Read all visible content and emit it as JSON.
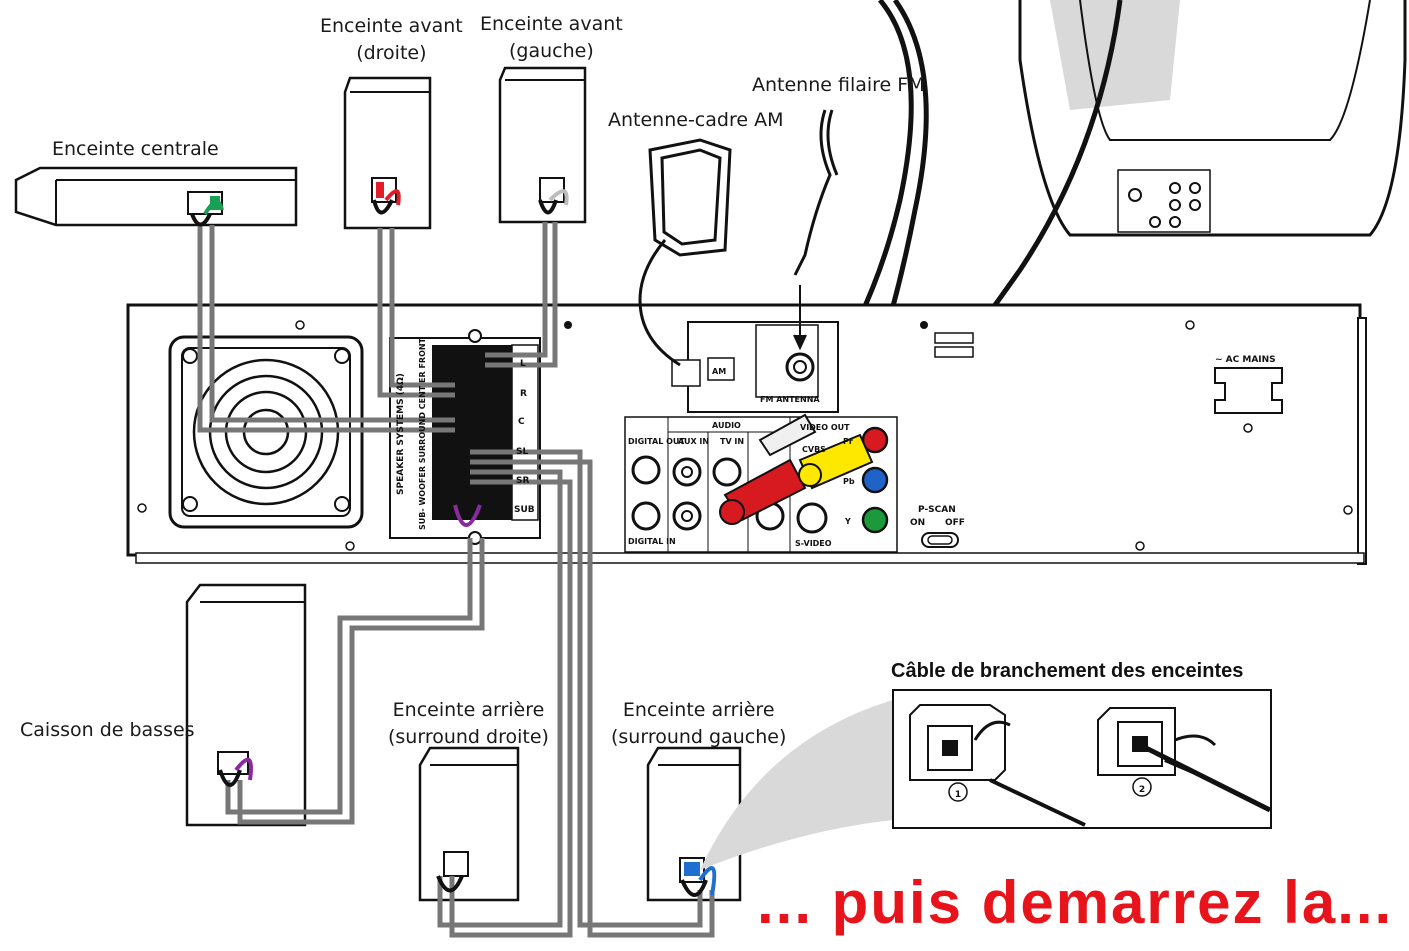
{
  "labels": {
    "center_speaker": "Enceinte centrale",
    "front_right_l1": "Enceinte avant",
    "front_right_l2": "(droite)",
    "front_left_l1": "Enceinte avant",
    "front_left_l2": "(gauche)",
    "am_antenna": "Antenne-cadre AM",
    "fm_antenna": "Antenne filaire FM",
    "subwoofer": "Caisson de basses",
    "rear_right_l1": "Enceinte arrière",
    "rear_right_l2": "(surround droite)",
    "rear_left_l1": "Enceinte arrière",
    "rear_left_l2": "(surround gauche)",
    "cable_title": "Câble de branchement des enceintes",
    "step_1": "1",
    "step_2": "2",
    "tagline": "... puis demarrez la..."
  },
  "panel": {
    "speaker_systems": "SPEAKER SYSTEMS (4Ω)",
    "channels_header": "SUB- WOOFER SURROUND CENT ER FRONT",
    "terminals": [
      "L",
      "R",
      "C",
      "SL",
      "SR",
      "SUB"
    ],
    "am": "AM",
    "fm_antenna": "FM ANTENNA",
    "audio": "AUDIO",
    "digital_out": "DIGITAL OUT",
    "aux_in": "AUX IN",
    "tv_in": "TV IN",
    "video_out": "VIDEO OUT",
    "cvbs": "CVBS",
    "pr": "Pr",
    "pb": "Pb",
    "y": "Y",
    "s_video": "S-VIDEO",
    "digital_in": "DIGITAL IN",
    "p_scan": "P-SCAN",
    "on": "ON",
    "off": "OFF",
    "ac_mains": "~ AC MAINS"
  },
  "colors": {
    "wire_green": "#1aa055",
    "wire_red": "#e11d2a",
    "wire_blue": "#1f6fd1",
    "wire_purple": "#8a2a9e",
    "rca_yellow": "#ffe800",
    "rca_red": "#d71920",
    "rca_white": "#f0f0f0",
    "pr_red": "#d71920",
    "pb_blue": "#1f63c9",
    "y_green": "#1c9a3b",
    "tagline": "#e8141b"
  }
}
